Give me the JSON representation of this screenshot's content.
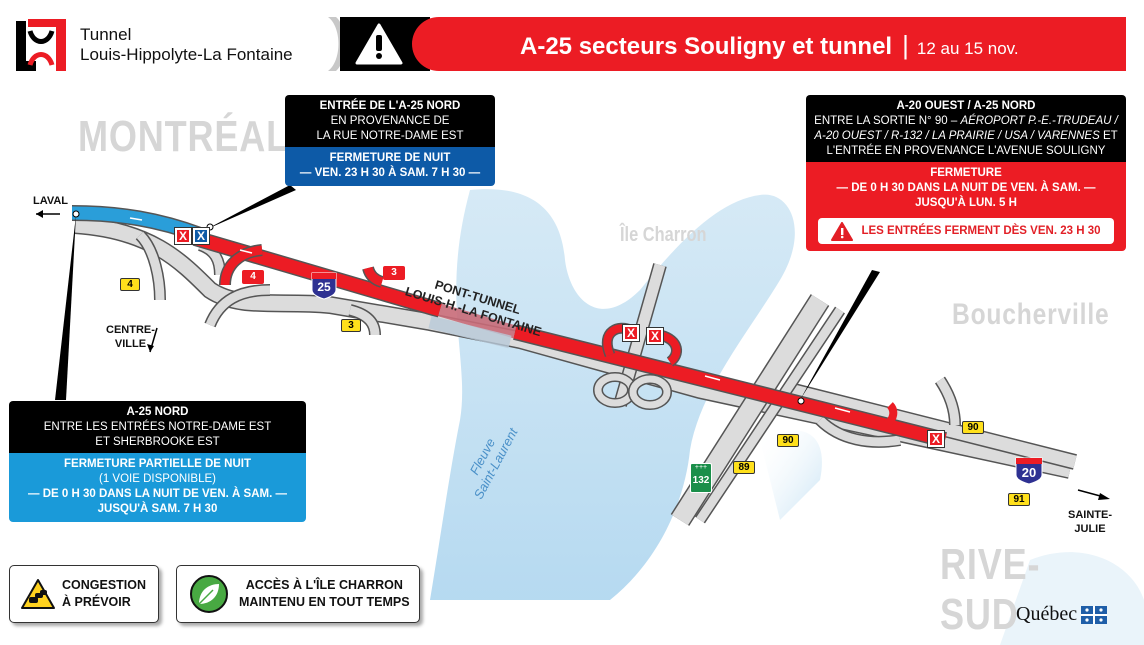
{
  "header": {
    "brand_line1": "Tunnel",
    "brand_line2": "Louis-Hippolyte-La Fontaine",
    "alert_icon": "warning-triangle-icon",
    "title": "A-25 secteurs Souligny et tunnel",
    "separator": "|",
    "dates": "12 au 15 nov."
  },
  "regions": {
    "montreal": "MONTRÉAL",
    "boucherville": "Boucherville",
    "rive_sud": "RIVE-SUD",
    "ile_charron": "Île Charron",
    "fleuve_line1": "Fleuve",
    "fleuve_line2": "Saint-Laurent"
  },
  "map_labels": {
    "laval": "LAVAL",
    "centre_ville_1": "CENTRE-",
    "centre_ville_2": "VILLE",
    "sainte_julie_1": "SAINTE-",
    "sainte_julie_2": "JULIE",
    "pont_tunnel_1": "PONT-TUNNEL",
    "pont_tunnel_2": "LOUIS-H.-LA FONTAINE",
    "exits": [
      "4",
      "4",
      "3",
      "3",
      "90",
      "90",
      "89",
      "91"
    ],
    "shields": {
      "a25": "25",
      "a20": "20",
      "r132": "132"
    }
  },
  "callouts": {
    "notre_dame": {
      "l1": "ENTRÉE DE L'A-25 NORD",
      "l2": "EN PROVENANCE DE",
      "l3": "LA RUE NOTRE-DAME EST",
      "status": "FERMETURE DE NUIT",
      "time": "— VEN. 23 H 30 À SAM. 7 H 30 —",
      "color": "#0d5aa7"
    },
    "a20": {
      "l1": "A-20 OUEST / A-25 NORD",
      "l2a": "ENTRE LA SORTIE N° 90 – ",
      "l2b": "AÉROPORT P.-E.-TRUDEAU /",
      "l3a": "A-20 OUEST / R-132 / LA PRAIRIE / USA / VARENNES",
      "l3b": " ET",
      "l4": "L'ENTRÉE EN PROVENANCE L'AVENUE SOULIGNY",
      "status": "FERMETURE",
      "time1": "— DE 0 H 30 DANS LA NUIT DE VEN. À SAM. —",
      "time2": "JUSQU'À LUN. 5 H",
      "warning": "LES ENTRÉES FERMENT DÈS VEN. 23 H 30",
      "color": "#ec1c24"
    },
    "a25": {
      "l1": "A-25 NORD",
      "l2": "ENTRE LES ENTRÉES NOTRE-DAME EST",
      "l3": "ET SHERBROOKE EST",
      "status": "FERMETURE PARTIELLE DE NUIT",
      "sub": "(1 VOIE DISPONIBLE)",
      "time1": "— DE 0 H 30 DANS LA NUIT DE VEN. À SAM. —",
      "time2": "JUSQU'À SAM. 7 H 30",
      "color": "#1a9ad9"
    }
  },
  "legend": {
    "congestion_1": "CONGESTION",
    "congestion_2": "À PRÉVOIR",
    "acces_1": "ACCÈS À L'ÎLE CHARRON",
    "acces_2": "MAINTENU EN TOUT TEMPS"
  },
  "footer": {
    "gov_logo": "Québec"
  },
  "colors": {
    "red": "#ec1c24",
    "blue_dark": "#0d5aa7",
    "blue_light": "#1a9ad9",
    "road_grey": "#d9d9d9",
    "water": "#bfe0f2",
    "exit_yellow": "#ffe01b"
  }
}
